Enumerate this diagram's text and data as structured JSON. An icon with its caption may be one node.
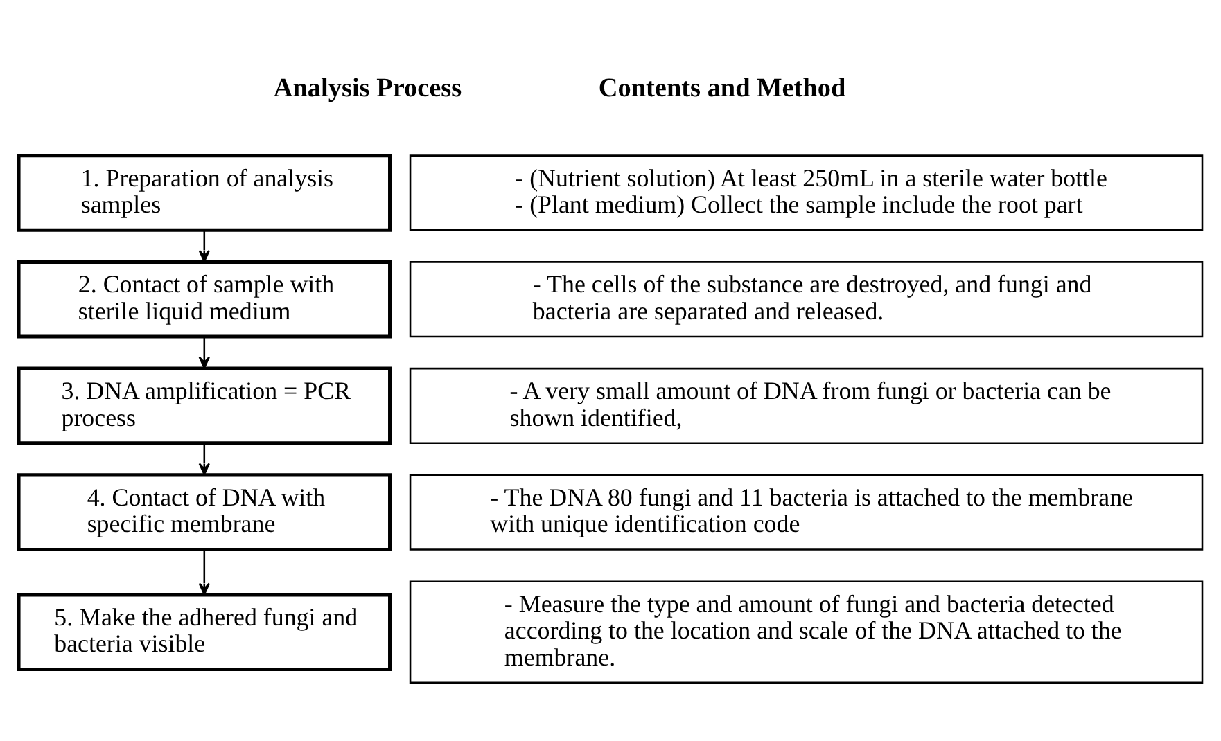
{
  "diagram": {
    "nodes": [
      {
        "text": [
          "1. Preparation of analysis samples"
        ]
      },
      {
        "text": [
          "- (Nutrient solution) At least 250mL in a sterile water bottle",
          "- (Plant medium) Collect the sample include the root part"
        ]
      },
      {
        "text": [
          "2. Contact of sample with sterile liquid medium"
        ]
      },
      {
        "text": [
          "- The cells of the substance are destroyed, and fungi and bacteria are separated and released."
        ]
      },
      {
        "text": [
          "3. DNA amplification = PCR process"
        ]
      },
      {
        "text": [
          "- A very small amount of DNA from fungi or bacteria can be shown identified,"
        ]
      },
      {
        "text": [
          "4. Contact of DNA with specific membrane"
        ]
      },
      {
        "text": [
          "- The DNA 80 fungi and 11 bacteria is attached to the membrane with unique identification code"
        ]
      },
      {
        "text": [
          "5. Make the adhered fungi and bacteria visible"
        ]
      },
      {
        "text": [
          "- Measure the type and amount of fungi and bacteria detected according to the location and scale of the DNA attached to the membrane."
        ]
      }
    ],
    "edges": [
      {
        "from": 0,
        "to": 2,
        "arrow": "to"
      },
      {
        "from": 2,
        "to": 4,
        "arrow": "to"
      },
      {
        "from": 4,
        "to": 6,
        "arrow": "to"
      },
      {
        "from": 6,
        "to": 8,
        "arrow": "to"
      }
    ],
    "labels": [
      "Analysis Process",
      "Contents and Method"
    ]
  }
}
